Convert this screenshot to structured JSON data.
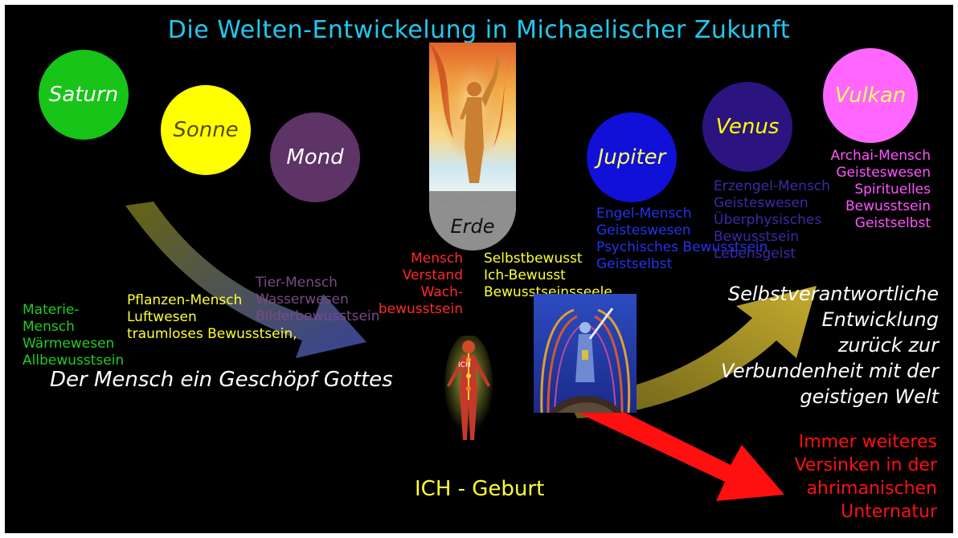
{
  "title": "Die Welten-Entwickelung in Michaelischer Zukunft",
  "planets": {
    "saturn": {
      "label": "Saturn",
      "color": "#17c417",
      "text_color": "#ffffff"
    },
    "sonne": {
      "label": "Sonne",
      "color": "#ffff00",
      "text_color": "#5a4c00"
    },
    "mond": {
      "label": "Mond",
      "color": "#5e3366",
      "text_color": "#ffffff"
    },
    "erde": {
      "label": "Erde",
      "color": "#8a8a8a",
      "text_color": "#111111"
    },
    "jupiter": {
      "label": "Jupiter",
      "color": "#1010d8",
      "text_color": "#ffff66"
    },
    "venus": {
      "label": "Venus",
      "color": "#2c1480",
      "text_color": "#ffff00"
    },
    "vulkan": {
      "label": "Vulkan",
      "color": "#ff66ff",
      "text_color": "#ffff66"
    }
  },
  "stages": {
    "saturn": {
      "lines": [
        "Materie-",
        "Mensch",
        "Wärmewesen",
        "Allbewusstsein"
      ],
      "color": "#22cc22"
    },
    "sonne": {
      "lines": [
        "Pflanzen-Mensch",
        "Luftwesen",
        "traumloses Bewusstsein,"
      ],
      "color": "#ffff33"
    },
    "mond": {
      "lines": [
        "Tier-Mensch",
        "Wasserwesen",
        "Bilderbewusstsein"
      ],
      "color": "#7a4a86"
    },
    "erde_left": {
      "lines": [
        "Mensch",
        "Verstand",
        "Wach-",
        "bewusstsein"
      ],
      "color": "#ff2a2a"
    },
    "erde_right": {
      "lines": [
        "Selbstbewusst",
        "Ich-Bewusst",
        "Bewusstseinsseele"
      ],
      "color": "#ffff33"
    },
    "jupiter": {
      "lines": [
        "Engel-Mensch",
        "Geisteswesen",
        "Psychisches Bewusstsein",
        "Geistselbst"
      ],
      "color": "#2233ee"
    },
    "venus": {
      "lines": [
        "Erzengel-Mensch",
        "Geisteswesen",
        "Überphysisches",
        "Bewusstsein",
        "Lebensgeist"
      ],
      "color": "#3a2aa8"
    },
    "vulkan": {
      "lines": [
        "Archai-Mensch",
        "Geisteswesen",
        "Spirituelles",
        "Bewusstsein",
        "Geistselbst"
      ],
      "color": "#ff55ff"
    }
  },
  "statements": {
    "geschoepf": "Der Mensch ein Geschöpf Gottes",
    "ich_geburt": "ICH - Geburt",
    "figure_label": "ICH",
    "selbst_lines": [
      "Selbstverantwortliche",
      "Entwicklung",
      "zurück zur",
      "Verbundenheit mit der",
      "geistigen Welt"
    ],
    "versinken_lines": [
      "Immer weiteres",
      "Versinken in der",
      "ahrimanischen",
      "Unternatur"
    ]
  },
  "colors": {
    "title": "#22c8ee",
    "background": "#000000",
    "white": "#ffffff",
    "red": "#ff1010",
    "yellow": "#ffff33"
  }
}
